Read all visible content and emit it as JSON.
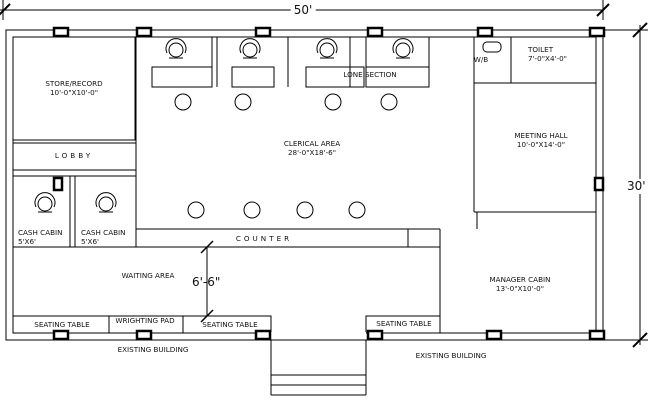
{
  "dimensions": {
    "width": "50'",
    "depth": "30'",
    "waiting_gap": "6'-6\""
  },
  "rooms": {
    "store": {
      "name": "STORE/RECORD",
      "size": "10'-0\"X10'-0\""
    },
    "lobby": {
      "name": "LOBBY"
    },
    "cash_cabin_1": {
      "name": "CASH CABIN",
      "size": "5'X6'"
    },
    "cash_cabin_2": {
      "name": "CASH CABIN",
      "size": "5'X6'"
    },
    "waiting": {
      "name": "WAITING AREA"
    },
    "clerical": {
      "name": "CLERICAL AREA",
      "size": "28'-0\"X18'-6\""
    },
    "loan_section": {
      "name": "LONE SECTION"
    },
    "counter": {
      "name": "COUNTER"
    },
    "wb": {
      "name": "W/B"
    },
    "toilet": {
      "name": "TOILET",
      "size": "7'-0\"X4'-0\""
    },
    "meeting_hall": {
      "name": "MEETING HALL",
      "size": "10'-0\"X14'-0\""
    },
    "manager_cabin": {
      "name": "MANAGER CABIN",
      "size": "13'-0\"X10'-0\""
    }
  },
  "furniture": {
    "seating_table_1": "SEATING TABLE",
    "writing_pad": "WRIGHTING PAD",
    "seating_table_2": "SEATING TABLE",
    "seating_table_3": "SEATING TABLE"
  },
  "surroundings": {
    "existing_building_left": "EXISTING BUILDING",
    "existing_building_right": "EXISTING BUILDING"
  }
}
